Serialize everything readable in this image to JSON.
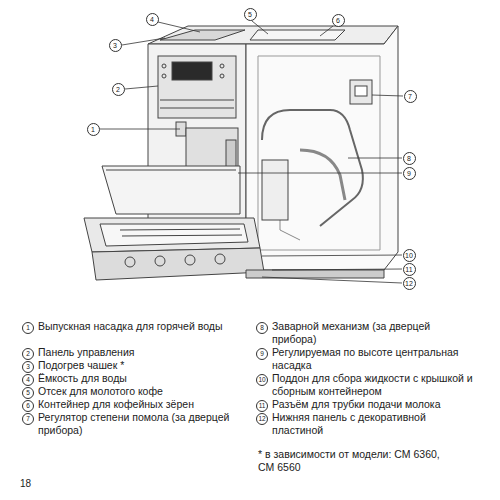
{
  "diagram": {
    "labels": [
      "4",
      "5",
      "6",
      "3",
      "2",
      "7",
      "1",
      "8",
      "9",
      "10",
      "11",
      "12",
      "1",
      "Выпускная насадка для горячей воды",
      "2",
      "Панель управления",
      "3",
      "Подогрев чашек *",
      "4",
      "Ёмкость для воды",
      "5",
      "Отсек для молотого кофе",
      "6",
      "Контейнер для кофейных зёрен",
      "7",
      "Регулятор степени помола (за дверцей прибора)",
      "8",
      "Заварной механизм (за дверцей прибора)",
      "9",
      "Регулируемая по высоте центральная насадка",
      "10",
      "Поддон для сбора жидкости с крышкой и сборным контейнером",
      "11",
      "Разъём для трубки подачи молока",
      "12",
      "Нижняя панель с декоративной пластиной",
      "* в зависимости от модели: CM 6360, CM 6560",
      "18"
    ]
  }
}
